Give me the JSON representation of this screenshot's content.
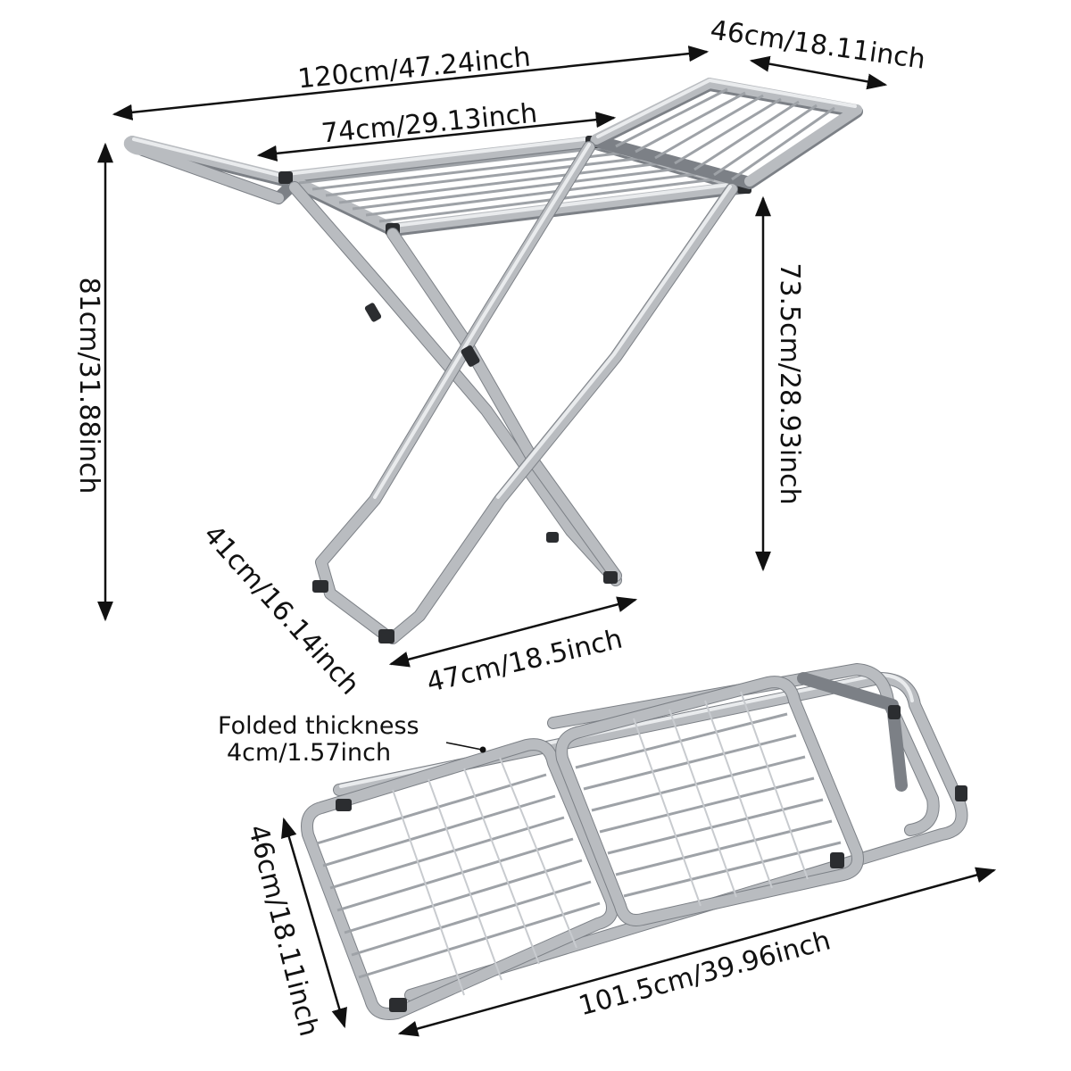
{
  "dimensions": {
    "total_width": "120cm/47.24inch",
    "wing_width": "46cm/18.11inch",
    "center_width": "74cm/29.13inch",
    "total_height": "81cm/31.88inch",
    "rail_height": "73.5cm/28.93inch",
    "base_depth": "41cm/16.14inch",
    "base_width": "47cm/18.5inch",
    "folded_thickness_label": "Folded  thickness",
    "folded_thickness_value": "4cm/1.57inch",
    "folded_width": "46cm/18.11inch",
    "folded_length": "101.5cm/39.96inch"
  },
  "colors": {
    "frame": "#b9bcc0",
    "frame_shadow": "#7c8086",
    "joints": "#2b2d30",
    "dimension_lines": "#111111"
  }
}
